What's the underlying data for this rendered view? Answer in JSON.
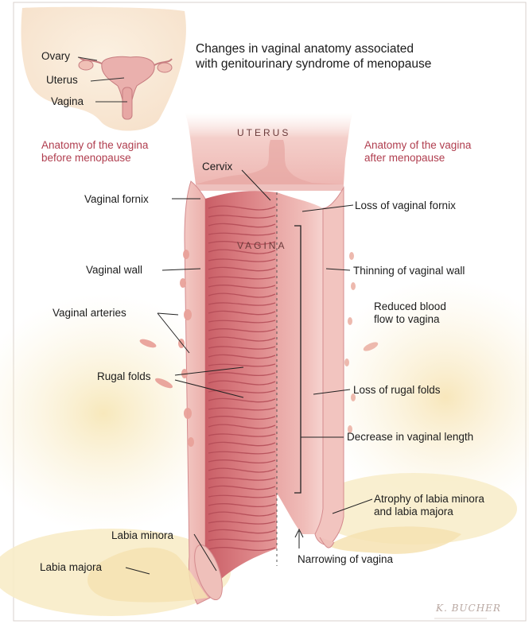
{
  "title": {
    "line1": "Changes in vaginal anatomy associated",
    "line2": "with genitourinary syndrome of menopause"
  },
  "inset": {
    "ovary": "Ovary",
    "uterus": "Uterus",
    "vagina": "Vagina"
  },
  "before": {
    "heading_line1": "Anatomy of the vagina",
    "heading_line2": "before menopause",
    "labels": {
      "cervix": "Cervix",
      "vaginal_fornix": "Vaginal fornix",
      "vaginal_wall": "Vaginal wall",
      "vaginal_arteries": "Vaginal arteries",
      "rugal_folds": "Rugal folds",
      "labia_minora": "Labia minora",
      "labia_majora": "Labia majora"
    }
  },
  "after": {
    "heading_line1": "Anatomy of the vagina",
    "heading_line2": "after menopause",
    "labels": {
      "loss_fornix": "Loss of vaginal fornix",
      "thinning_wall": "Thinning of vaginal wall",
      "reduced_flow_line1": "Reduced blood",
      "reduced_flow_line2": "flow to vagina",
      "loss_rugal": "Loss of rugal folds",
      "decrease_length": "Decrease in vaginal length",
      "atrophy_line1": "Atrophy of labia minora",
      "atrophy_line2": "and labia majora",
      "narrowing": "Narrowing of vagina"
    }
  },
  "organ_labels": {
    "uterus": "UTERUS",
    "vagina": "VAGINA"
  },
  "signature": "K. BUCHER",
  "colors": {
    "heading_accent": "#b03e4f",
    "tissue": "#e8a7a4",
    "tissue_dark": "#c75f66",
    "background_warm": "#f8ecc8"
  }
}
